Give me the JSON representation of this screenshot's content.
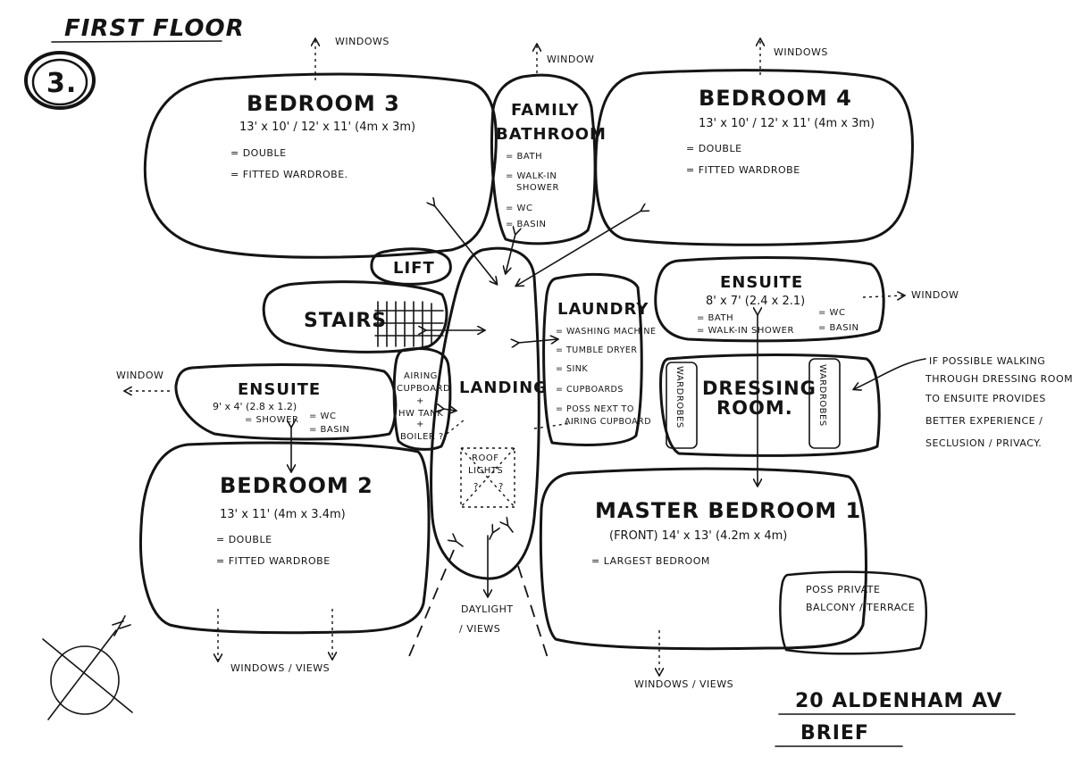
{
  "title": "FIRST FLOOR",
  "badge": "3.",
  "brief": {
    "line1": "20 ALDENHAM AV",
    "line2": "BRIEF"
  },
  "rooms": {
    "bedroom3": {
      "name": "BEDROOM 3",
      "dims": "13' x 10' / 12' x 11' (4m x 3m)",
      "items": [
        "= DOUBLE",
        "= FITTED WARDROBE."
      ]
    },
    "family_bathroom": {
      "name1": "FAMILY",
      "name2": "BATHROOM",
      "items": [
        "= BATH",
        "= WALK-IN",
        "SHOWER",
        "= WC",
        "= BASIN"
      ]
    },
    "bedroom4": {
      "name": "BEDROOM 4",
      "dims": "13' x 10' / 12' x 11' (4m x 3m)",
      "items": [
        "= DOUBLE",
        "= FITTED WARDROBE"
      ]
    },
    "lift": {
      "name": "LIFT"
    },
    "stairs": {
      "name": "STAIRS"
    },
    "laundry": {
      "name": "LAUNDRY",
      "items": [
        "= WASHING MACHINE",
        "= TUMBLE DRYER",
        "= SINK",
        "= CUPBOARDS",
        "= POSS NEXT TO",
        "AIRING CUPBOARD"
      ]
    },
    "ensuite_master": {
      "name": "ENSUITE",
      "dims": "8' x 7' (2.4 x 2.1)",
      "items": [
        "= BATH",
        "= WALK-IN SHOWER",
        "= WC",
        "= BASIN"
      ]
    },
    "airing": {
      "lines": [
        "AIRING",
        "CUPBOARD",
        "+",
        "HW TANK",
        "+",
        "BOILER ?"
      ]
    },
    "landing": {
      "name": "LANDING"
    },
    "dressing": {
      "name1": "DRESSING",
      "name2": "ROOM.",
      "wardrobe_left": "WARDROBES",
      "wardrobe_right": "WARDROBES"
    },
    "ensuite2": {
      "name": "ENSUITE",
      "dims": "9' x 4' (2.8 x 1.2)",
      "items": [
        "= SHOWER",
        "= WC",
        "= BASIN"
      ]
    },
    "roof_lights": {
      "lines": [
        "ROOF",
        "LIGHTS",
        "?",
        "?"
      ]
    },
    "bedroom2": {
      "name": "BEDROOM 2",
      "dims": "13' x 11' (4m x 3.4m)",
      "items": [
        "= DOUBLE",
        "= FITTED WARDROBE"
      ]
    },
    "master": {
      "name": "MASTER BEDROOM 1",
      "dims": "(FRONT) 14' x 13' (4.2m x 4m)",
      "items": [
        "= LARGEST BEDROOM"
      ]
    },
    "balcony": {
      "line1": "POSS PRIVATE",
      "line2": "BALCONY / TERRACE"
    }
  },
  "labels": {
    "windows_b3": "WINDOWS",
    "window_bath": "WINDOW",
    "windows_b4": "WINDOWS",
    "window_ensuite": "WINDOW",
    "window_left": "WINDOW",
    "daylight1": "DAYLIGHT",
    "daylight2": "/ VIEWS",
    "windows_views_left": "WINDOWS / VIEWS",
    "windows_views_right": "WINDOWS / VIEWS"
  },
  "side_note": [
    "IF POSSIBLE WALKING",
    "THROUGH DRESSING ROOM",
    "TO ENSUITE PROVIDES",
    "BETTER EXPERIENCE /",
    "SECLUSION / PRIVACY."
  ]
}
